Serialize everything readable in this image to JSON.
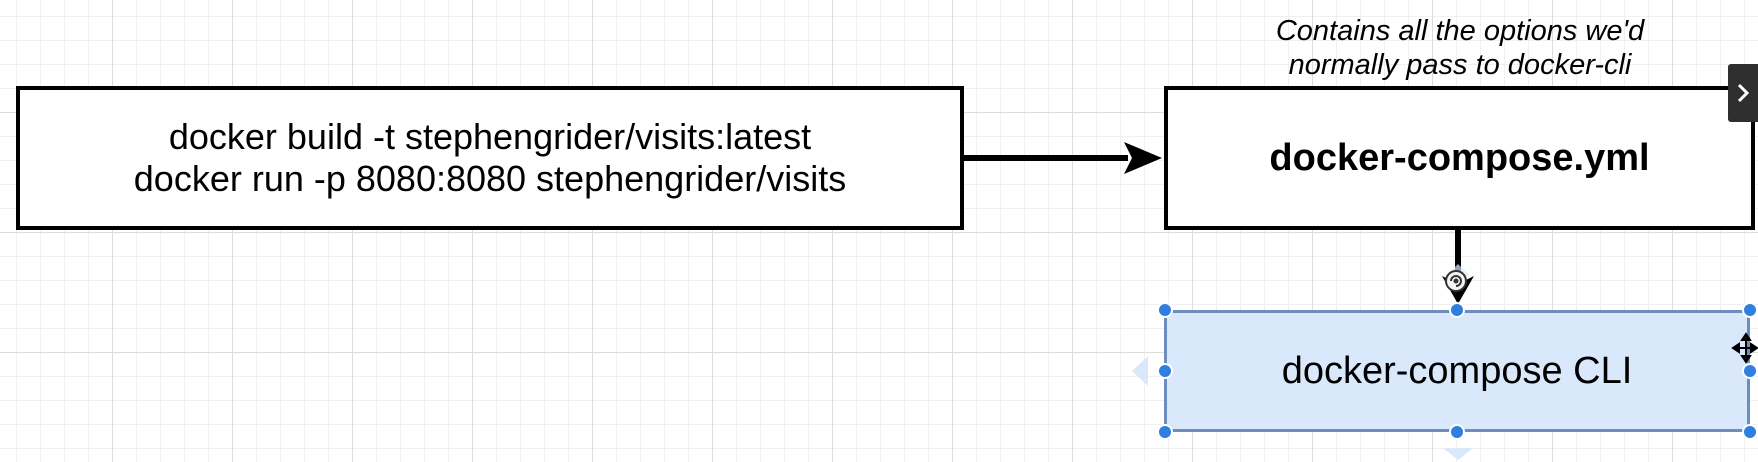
{
  "diagram": {
    "commands_box": {
      "lines": [
        "docker build -t stephengrider/visits:latest",
        "docker run -p 8080:8080 stephengrider/visits"
      ]
    },
    "yml_box": {
      "label": "docker-compose.yml"
    },
    "note": {
      "lines": [
        "Contains all the options we'd",
        "normally pass to docker-cli"
      ]
    },
    "cli_box": {
      "label": "docker-compose CLI",
      "selected": true
    }
  },
  "colors": {
    "selection_fill": "#dae8fc",
    "selection_stroke": "#6c8ebf",
    "handle": "#2f7fe0",
    "connector": "#000000"
  },
  "icons": {
    "side_toggle": "chevron-right-icon",
    "move_cursor": "move-cursor-icon",
    "rotate_handle": "rotate-icon"
  }
}
